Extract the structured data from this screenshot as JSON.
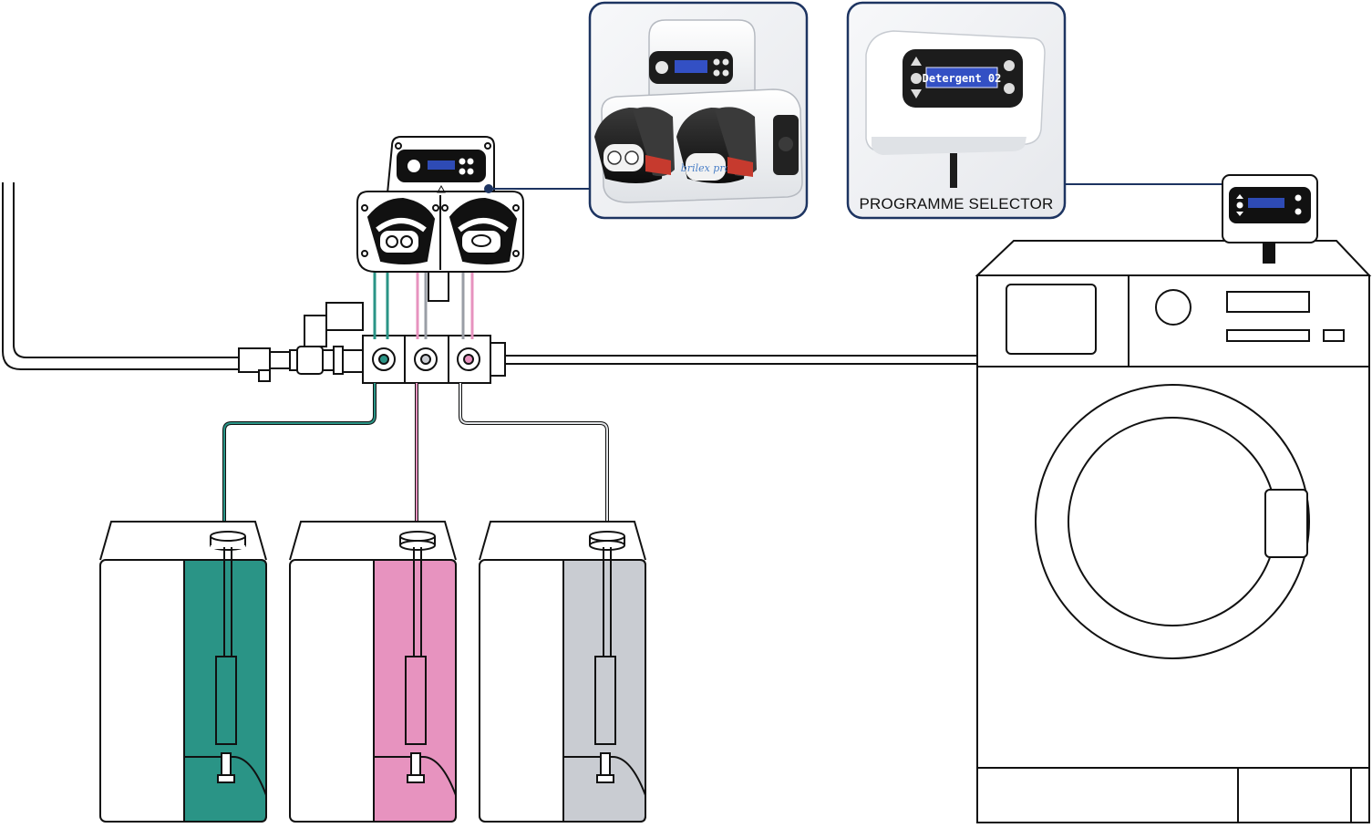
{
  "diagram": {
    "programme_selector_caption": "PROGRAMME SELECTOR",
    "selector_display_text": "Detergent 02",
    "pump_brand_logo": "brilex pro",
    "colors": {
      "outline": "#111111",
      "callout_line": "#1d3461",
      "chemical_green": "#2a9486",
      "chemical_pink": "#e793bf",
      "chemical_grey": "#c9ccd2",
      "lcd_blue": "#2e4bb5"
    },
    "containers": [
      {
        "name": "green-chemical-container",
        "fill": "#2a9486",
        "tube": "#2a9486"
      },
      {
        "name": "pink-chemical-container",
        "fill": "#e793bf",
        "tube": "#e793bf"
      },
      {
        "name": "grey-chemical-container",
        "fill": "#c9ccd2",
        "tube": "#c9ccd2"
      }
    ],
    "icons": [
      "peristaltic-pump-icon",
      "control-panel-icon",
      "solenoid-valve-icon",
      "manifold-icon",
      "washing-machine-icon",
      "programme-selector-icon"
    ]
  }
}
